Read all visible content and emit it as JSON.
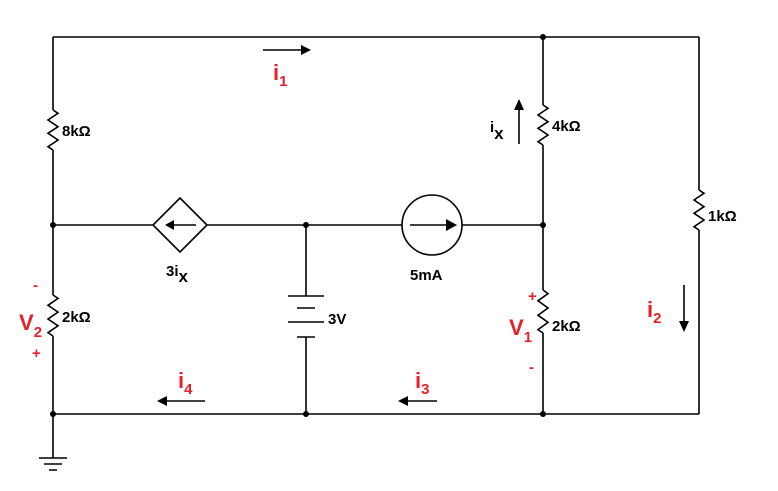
{
  "components": {
    "r_8k": "8kΩ",
    "r_4k": "4kΩ",
    "r_1k": "1kΩ",
    "r_2k_left": "2kΩ",
    "r_2k_right": "2kΩ",
    "dep_source": {
      "coef": "3i",
      "sub": "x"
    },
    "current_source": "5mA",
    "voltage_source": "3V"
  },
  "currents": {
    "i1": {
      "base": "i",
      "sub": "1"
    },
    "i2": {
      "base": "i",
      "sub": "2"
    },
    "i3": {
      "base": "i",
      "sub": "3"
    },
    "i4": {
      "base": "i",
      "sub": "4"
    },
    "ix": {
      "base": "i",
      "sub": "x"
    }
  },
  "voltages": {
    "v1": {
      "base": "V",
      "sub": "1",
      "plus": "+",
      "minus": "-"
    },
    "v2": {
      "base": "V",
      "sub": "2",
      "plus": "+",
      "minus": "-"
    }
  },
  "colors": {
    "wire": "#000000",
    "annotation": "#e8202a",
    "background": "#ffffff"
  }
}
